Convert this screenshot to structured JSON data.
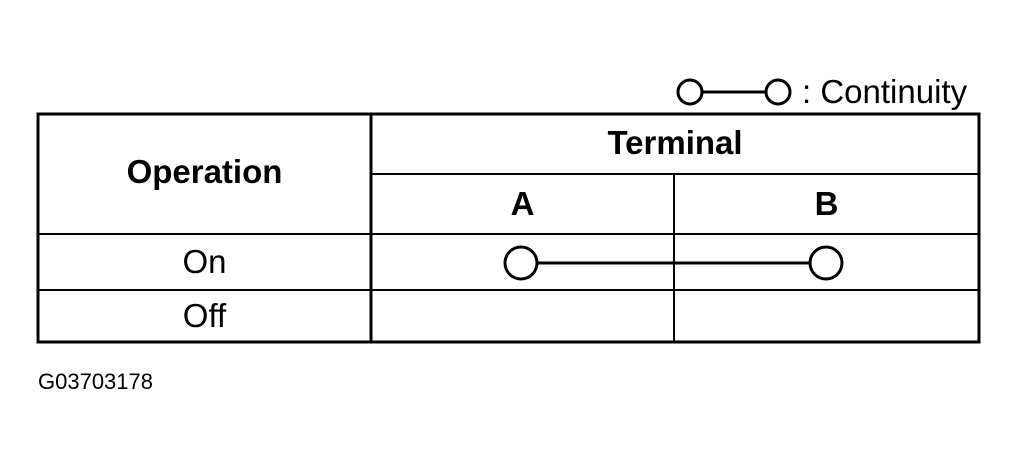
{
  "legend": {
    "symbol_icon": "continuity-symbol-icon",
    "label": ": Continuity"
  },
  "table": {
    "operation_header": "Operation",
    "terminal_header": "Terminal",
    "terminals": [
      "A",
      "B"
    ],
    "rows": [
      {
        "operation": "On",
        "continuity": [
          "A",
          "B"
        ]
      },
      {
        "operation": "Off",
        "continuity": []
      }
    ]
  },
  "figure_id": "G03703178"
}
